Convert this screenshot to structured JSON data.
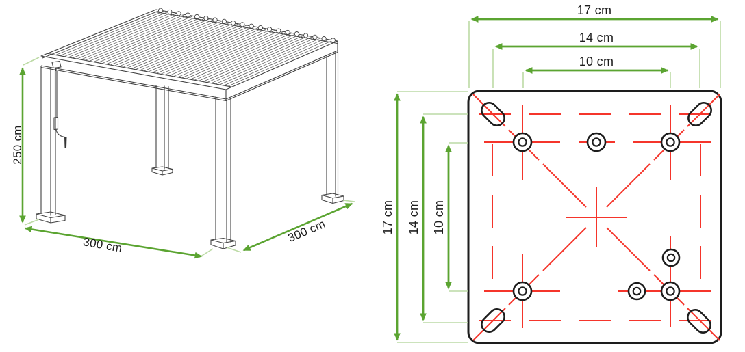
{
  "page": {
    "title": "Pergola and base plate dimension diagram",
    "background": "#ffffff"
  },
  "pergola": {
    "height_label": "250 cm",
    "depth_label": "300 cm",
    "width_label": "300 cm"
  },
  "plate": {
    "width_17_label": "17 cm",
    "width_14_label": "14 cm",
    "width_10_label": "10 cm",
    "height_17_label": "17 cm",
    "height_14_label": "14 cm",
    "height_10_label": "10 cm"
  },
  "colors": {
    "dimension_green": "#5ba431",
    "extension_green": "#bcdaa5",
    "construction_red": "#f5352b",
    "line_black": "#1d1d1d"
  }
}
